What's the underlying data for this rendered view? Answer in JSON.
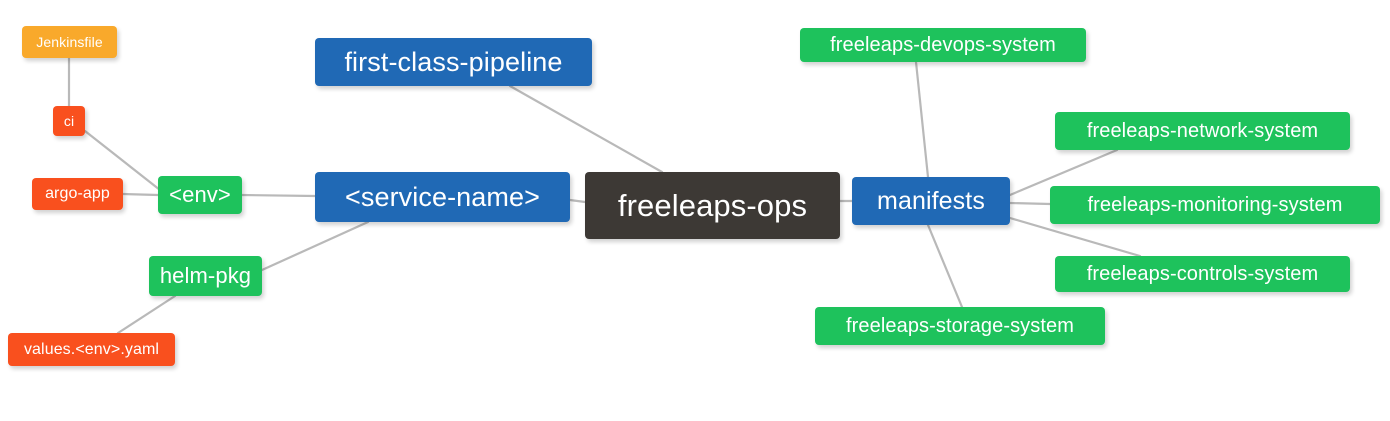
{
  "diagram": {
    "title": "freeleaps-ops repository structure mind map",
    "background": "#ffffff",
    "edge_color": "#b9b9b9",
    "palette": {
      "root_dark": "#3d3935",
      "blue": "#2069b5",
      "green": "#1ec25c",
      "orange": "#f9a92b",
      "red_orange": "#f9501e",
      "text": "#ffffff"
    }
  },
  "nodes": {
    "root": {
      "label": "freeleaps-ops"
    },
    "first_class_pipeline": {
      "label": "first-class-pipeline"
    },
    "service_name": {
      "label": "<service-name>"
    },
    "manifests": {
      "label": "manifests"
    },
    "env": {
      "label": "<env>"
    },
    "helm_pkg": {
      "label": "helm-pkg"
    },
    "jenkinsfile": {
      "label": "Jenkinsfile"
    },
    "ci": {
      "label": "ci"
    },
    "argo_app": {
      "label": "argo-app"
    },
    "values_yaml": {
      "label": "values.<env>.yaml"
    },
    "devops_system": {
      "label": "freeleaps-devops-system"
    },
    "network_system": {
      "label": "freeleaps-network-system"
    },
    "monitoring_system": {
      "label": "freeleaps-monitoring-system"
    },
    "controls_system": {
      "label": "freeleaps-controls-system"
    },
    "storage_system": {
      "label": "freeleaps-storage-system"
    }
  },
  "edges": [
    {
      "from": "jenkinsfile",
      "to": "ci"
    },
    {
      "from": "ci",
      "to": "env"
    },
    {
      "from": "argo_app",
      "to": "env"
    },
    {
      "from": "env",
      "to": "service_name"
    },
    {
      "from": "values_yaml",
      "to": "helm_pkg"
    },
    {
      "from": "helm_pkg",
      "to": "service_name"
    },
    {
      "from": "service_name",
      "to": "root"
    },
    {
      "from": "first_class_pipeline",
      "to": "root"
    },
    {
      "from": "root",
      "to": "manifests"
    },
    {
      "from": "manifests",
      "to": "devops_system"
    },
    {
      "from": "manifests",
      "to": "network_system"
    },
    {
      "from": "manifests",
      "to": "monitoring_system"
    },
    {
      "from": "manifests",
      "to": "controls_system"
    },
    {
      "from": "manifests",
      "to": "storage_system"
    }
  ]
}
